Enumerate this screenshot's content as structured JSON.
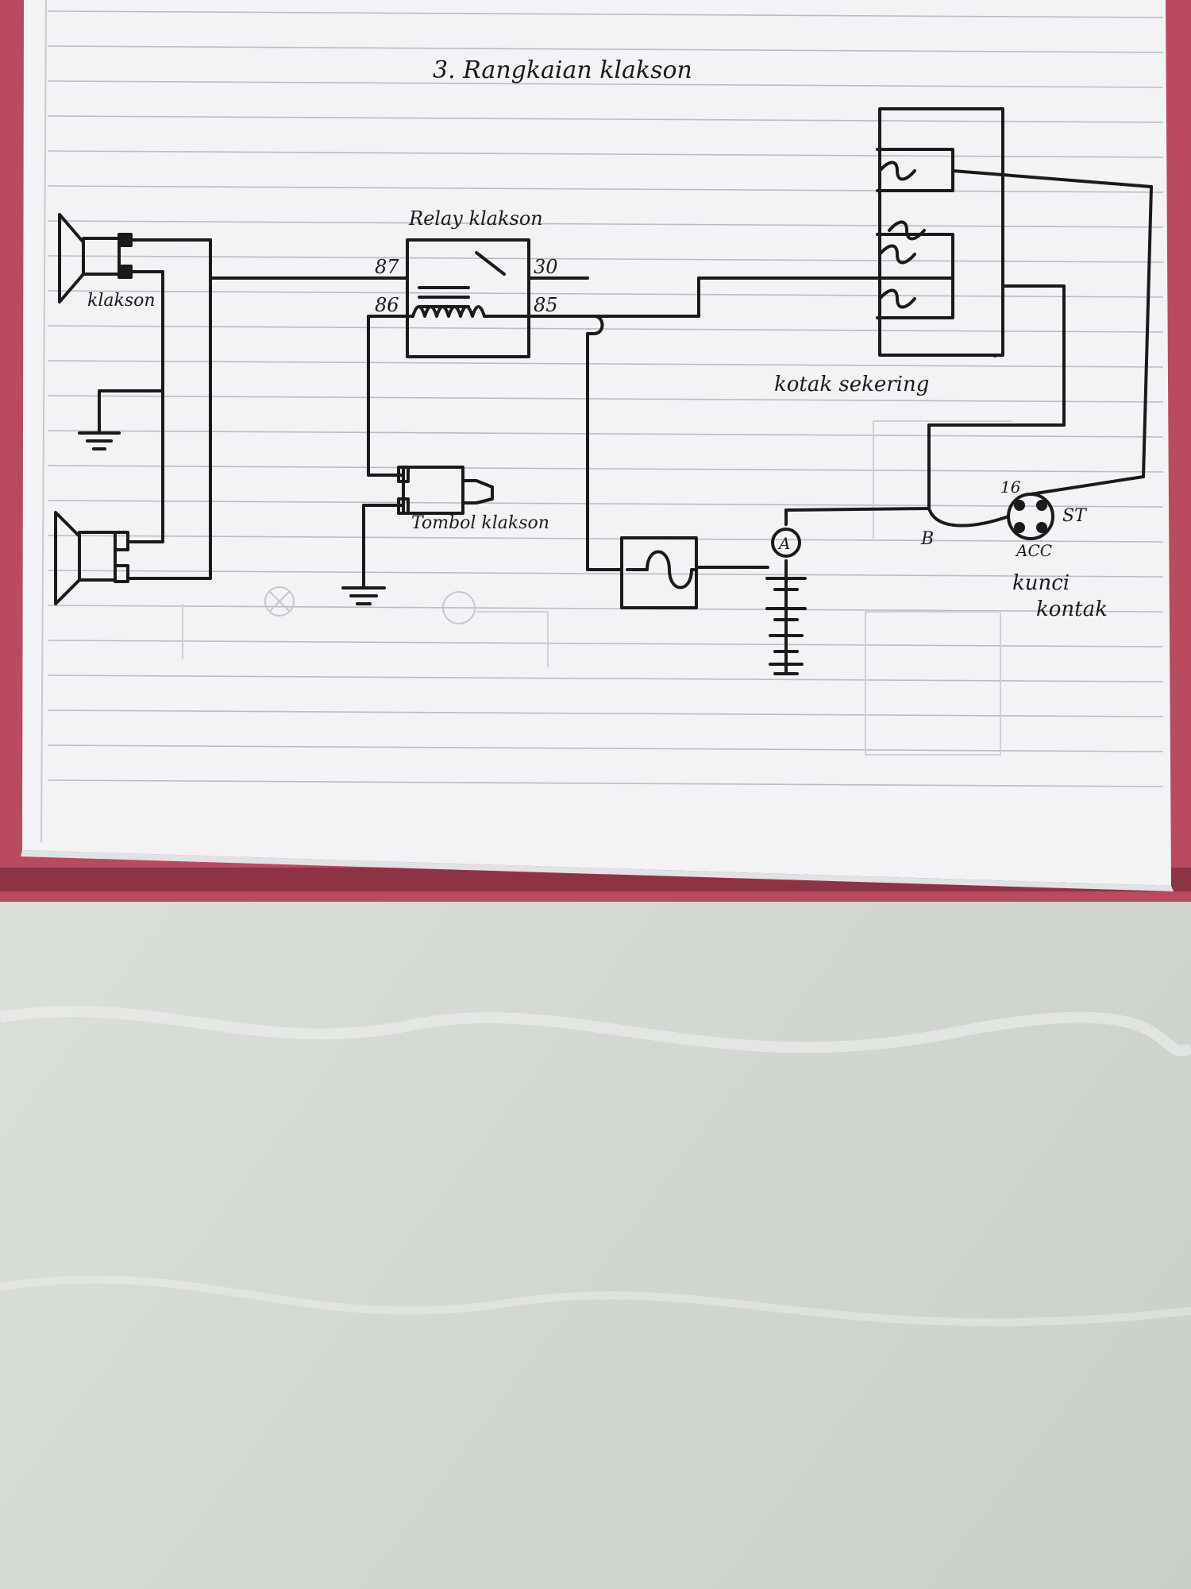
{
  "diagram": {
    "title": "3. Rangkaian klakson",
    "labels": {
      "klakson": "klakson",
      "relay": "Relay klakson",
      "pin_87": "87",
      "pin_86": "86",
      "pin_30": "30",
      "pin_85": "85",
      "tombol": "Tombol klakson",
      "kotak_sekering": "kotak sekering",
      "ammeter": "A",
      "pin_16": "16",
      "pin_st": "ST",
      "pin_b": "B",
      "pin_acc": "ACC",
      "kunci_line1": "kunci",
      "kunci_line2": "kontak"
    }
  },
  "colors": {
    "ink": "#1a1a1a",
    "paper": "#f3f3f6",
    "ruling": "#b8bcc8",
    "floor": "#d9ddd8",
    "cover": "#b94a5f"
  }
}
